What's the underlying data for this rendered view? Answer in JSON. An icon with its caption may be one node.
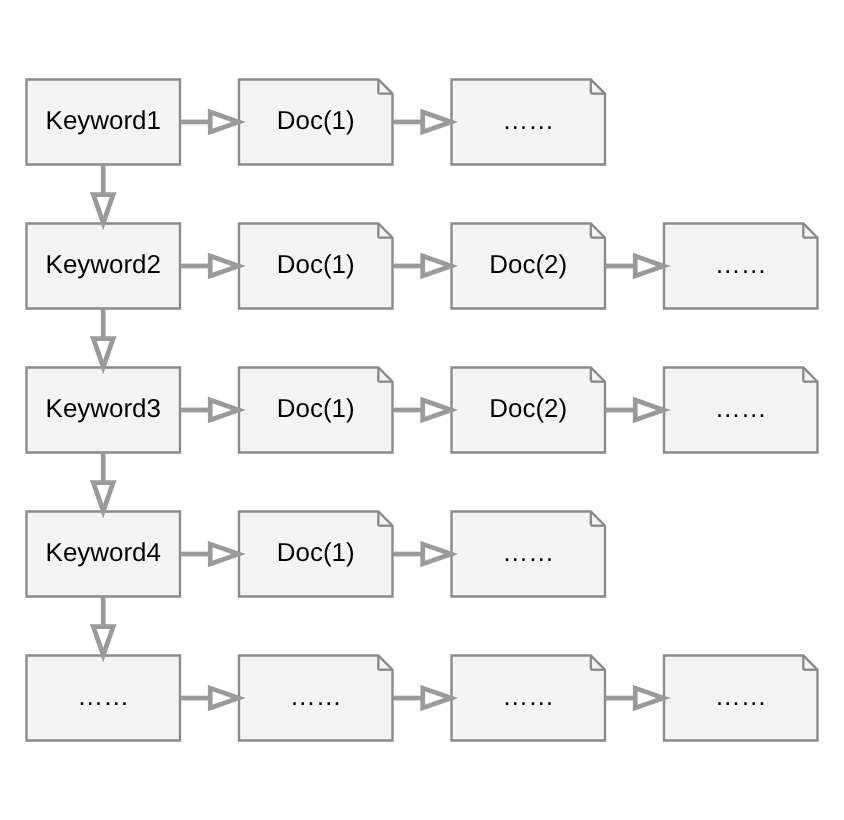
{
  "diagram": {
    "nodes": [
      {
        "text": [
          "Keyword1"
        ]
      },
      {
        "text": [
          "Doc(1)"
        ]
      },
      {
        "text": [
          "……"
        ]
      },
      {
        "text": [
          "Keyword2"
        ]
      },
      {
        "text": [
          "Doc(1)"
        ]
      },
      {
        "text": [
          "Doc(2)"
        ]
      },
      {
        "text": [
          "……"
        ]
      },
      {
        "text": [
          "Keyword3"
        ]
      },
      {
        "text": [
          "Doc(1)"
        ]
      },
      {
        "text": [
          "Doc(2)"
        ]
      },
      {
        "text": [
          "……"
        ]
      },
      {
        "text": [
          "Keyword4"
        ]
      },
      {
        "text": [
          "Doc(1)"
        ]
      },
      {
        "text": [
          "……"
        ]
      },
      {
        "text": [
          "……"
        ]
      },
      {
        "text": [
          "……"
        ]
      },
      {
        "text": [
          "……"
        ]
      },
      {
        "text": [
          "……"
        ]
      }
    ],
    "edges": [
      {
        "from": 0,
        "to": 1,
        "arrow": "to"
      },
      {
        "from": 1,
        "to": 2,
        "arrow": "to"
      },
      {
        "from": 0,
        "to": 3,
        "arrow": "to"
      },
      {
        "from": 3,
        "to": 4,
        "arrow": "to"
      },
      {
        "from": 4,
        "to": 5,
        "arrow": "to"
      },
      {
        "from": 5,
        "to": 6,
        "arrow": "to"
      },
      {
        "from": 3,
        "to": 7,
        "arrow": "to"
      },
      {
        "from": 7,
        "to": 8,
        "arrow": "to"
      },
      {
        "from": 8,
        "to": 9,
        "arrow": "to"
      },
      {
        "from": 9,
        "to": 10,
        "arrow": "to"
      },
      {
        "from": 7,
        "to": 11,
        "arrow": "to"
      },
      {
        "from": 11,
        "to": 12,
        "arrow": "to"
      },
      {
        "from": 12,
        "to": 13,
        "arrow": "to"
      },
      {
        "from": 11,
        "to": 14,
        "arrow": "to"
      },
      {
        "from": 14,
        "to": 15,
        "arrow": "to"
      },
      {
        "from": 15,
        "to": 16,
        "arrow": "to"
      },
      {
        "from": 16,
        "to": 17,
        "arrow": "to"
      }
    ]
  }
}
